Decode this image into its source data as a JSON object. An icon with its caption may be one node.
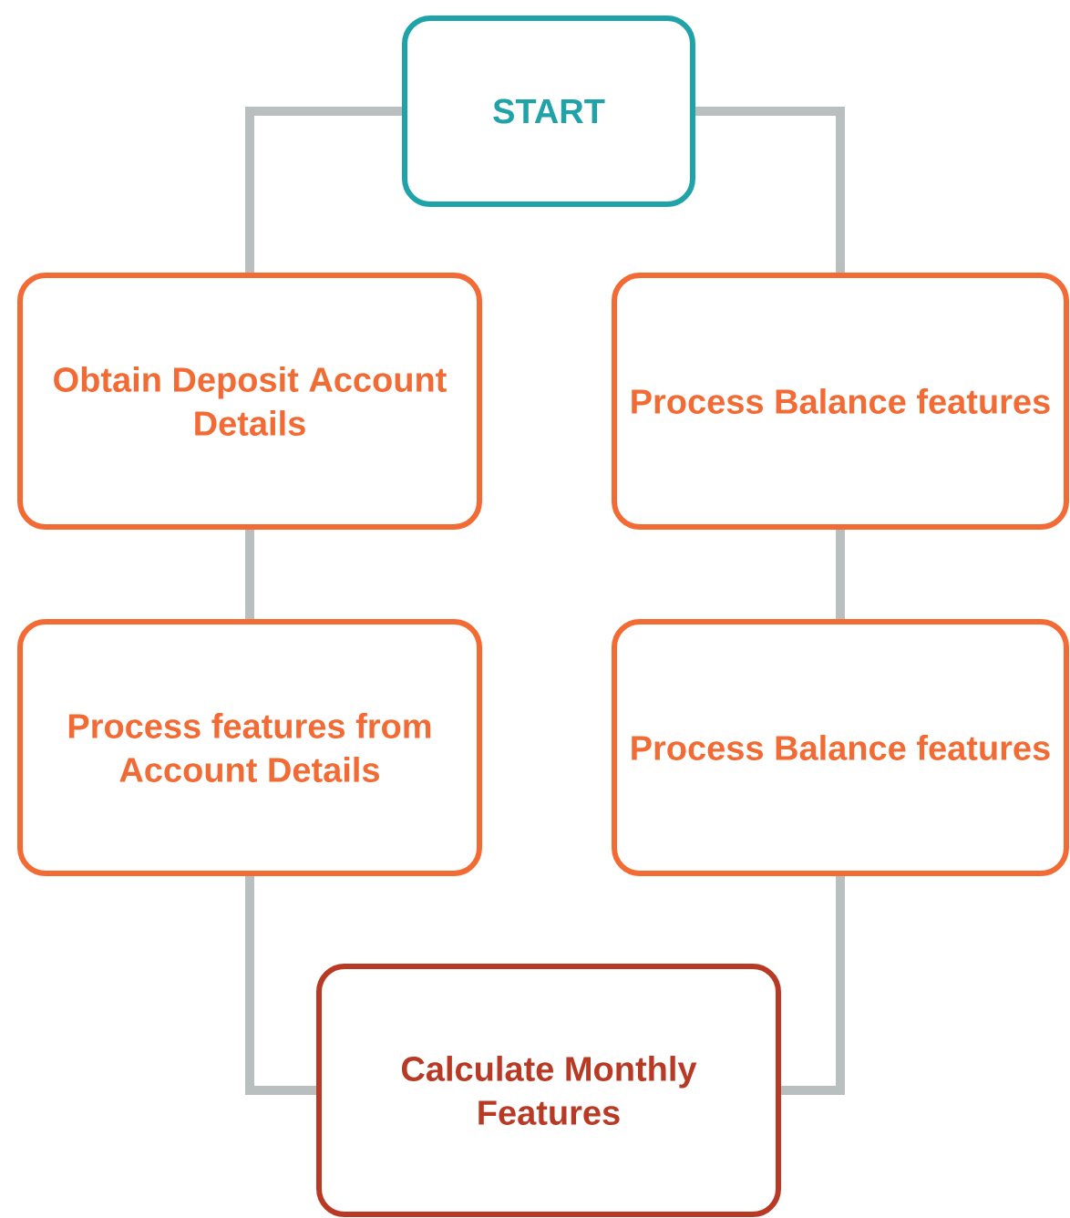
{
  "diagram": {
    "nodes": [
      {
        "text": [
          "START"
        ]
      },
      {
        "text": [
          "Obtain Deposit Account Details"
        ]
      },
      {
        "text": [
          "Process Balance features"
        ]
      },
      {
        "text": [
          "Process features from Account Details"
        ]
      },
      {
        "text": [
          "Process Balance features"
        ]
      },
      {
        "text": [
          "Calculate Monthly Features"
        ]
      }
    ],
    "edges": [
      {
        "from": 0,
        "to": 1,
        "arrow": "none"
      },
      {
        "from": 0,
        "to": 2,
        "arrow": "none"
      },
      {
        "from": 1,
        "to": 3,
        "arrow": "none"
      },
      {
        "from": 2,
        "to": 4,
        "arrow": "none"
      },
      {
        "from": 3,
        "to": 5,
        "arrow": "none"
      },
      {
        "from": 4,
        "to": 5,
        "arrow": "none"
      }
    ]
  }
}
